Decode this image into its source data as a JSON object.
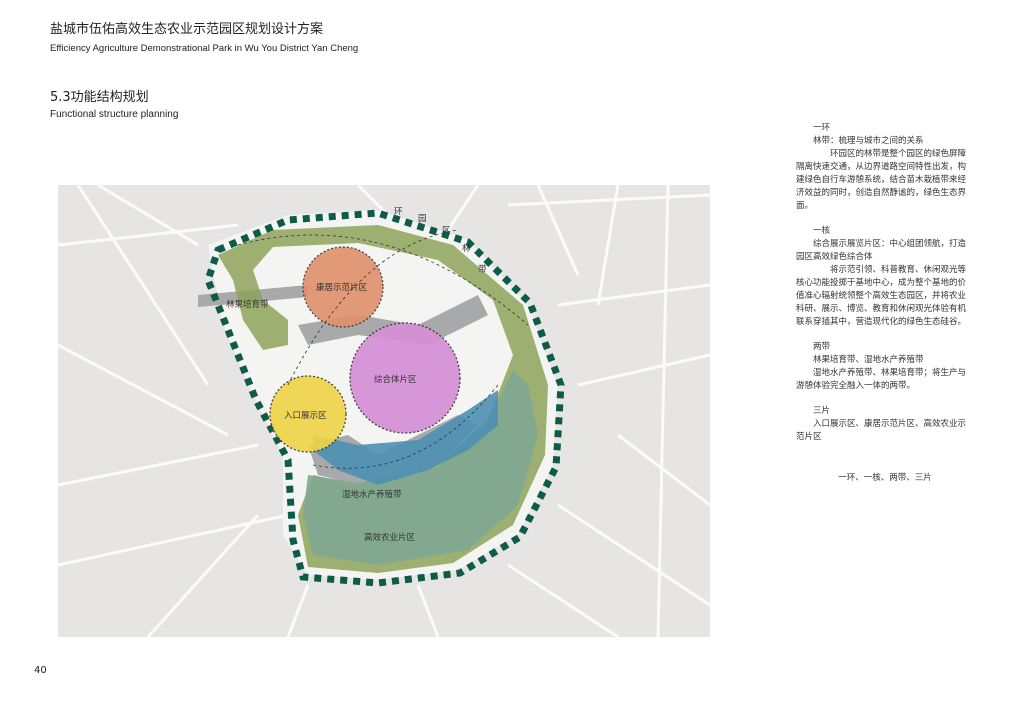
{
  "header": {
    "title_cn": "盐城市伍佑高效生态农业示范园区规划设计方案",
    "title_en": "Efficiency Agriculture Demonstrational Park in Wu You District Yan Cheng"
  },
  "section": {
    "title_cn": "5.3功能结构规划",
    "title_en": "Functional structure planning"
  },
  "map": {
    "ring_label": [
      "环",
      "园",
      "区",
      "林",
      "带"
    ],
    "zones": {
      "kangju": "康居示范片区",
      "linguo": "林果培育带",
      "zonghe": "综合体片区",
      "rukou": "入口展示区",
      "shidi": "湿地水产养殖带",
      "gaoxiao": "高效农业片区"
    },
    "colors": {
      "ring": "#0e5b4a",
      "band": "#8da35a",
      "kangju": "#e0906a",
      "zonghe": "#d58fd6",
      "rukou": "#f0d44a",
      "shidi": "#4e8fb3",
      "gaoxiao": "#7fa892"
    }
  },
  "description": {
    "ring_heading": "一环",
    "ring_sub": "林带：梳理与城市之间的关系",
    "ring_body": "环园区的林带是整个园区的绿色屏障隔离快速交通，从边界道路空间特性出发，构建绿色自行车游憩系统，结合苗木栽植带来经济效益的同时，创造自然静谧的，绿色生态界面。",
    "core_heading": "一核",
    "core_sub": "综合展示展览片区：中心组团领航，打造园区高效绿色综合体",
    "core_body": "将示范引领、科普教育、休闲观光等核心功能投掷于基地中心，成为整个基地的价值准心辐射统领整个高效生态园区，并将农业科研、展示、博览、教育和休闲观光体验有机联系穿插其中，营造现代化的绿色生态硅谷。",
    "belt_heading": "两带",
    "belt_sub": "林果培育带、湿地水产养殖带",
    "belt_body": "湿地水产养殖带、林果培育带；将生产与游憩体验完全融入一体的两带。",
    "area_heading": "三片",
    "area_body": "入口展示区、康居示范片区、高效农业示范片区",
    "summary": "一环、一核、两带、三片"
  },
  "page_number": "40"
}
